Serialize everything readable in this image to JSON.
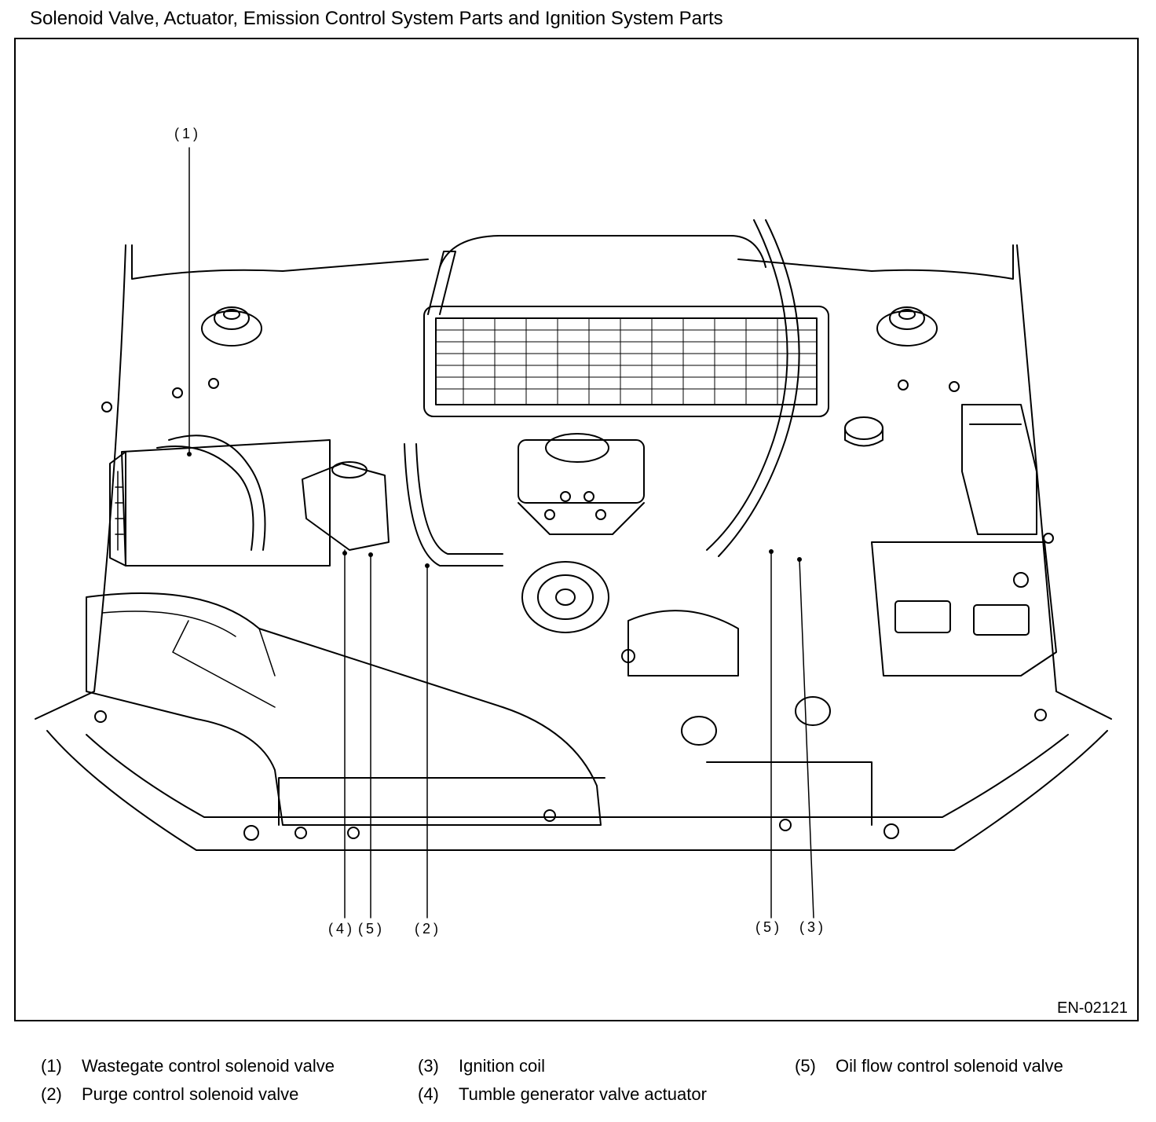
{
  "title": "Solenoid Valve, Actuator, Emission Control System Parts and Ignition System Parts",
  "figure_id": "EN-02121",
  "callouts": {
    "c1": "(1)",
    "c4": "(4)",
    "c5a": "(5)",
    "c2": "(2)",
    "c5b": "(5)",
    "c3": "(3)"
  },
  "legend": [
    {
      "num": "(1)",
      "label": "Wastegate control solenoid valve"
    },
    {
      "num": "(2)",
      "label": "Purge control solenoid valve"
    },
    {
      "num": "(3)",
      "label": "Ignition coil"
    },
    {
      "num": "(4)",
      "label": "Tumble generator valve actuator"
    },
    {
      "num": "(5)",
      "label": "Oil flow control solenoid valve"
    }
  ]
}
